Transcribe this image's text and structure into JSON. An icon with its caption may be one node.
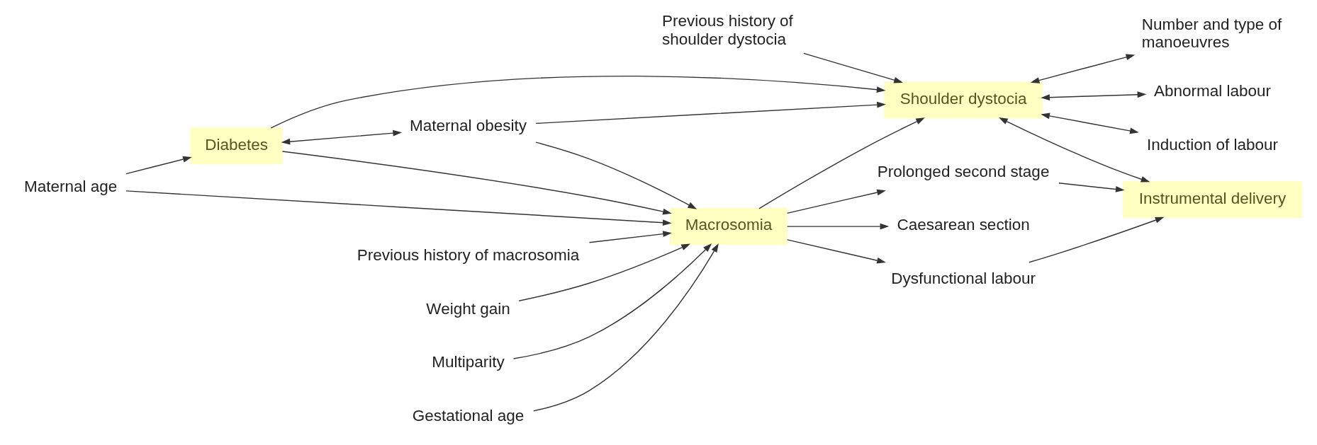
{
  "diagram": {
    "nodes": [
      {
        "text": [
          "Diabetes"
        ]
      },
      {
        "text": [
          "Maternal age"
        ]
      },
      {
        "text": [
          "Maternal obesity"
        ]
      },
      {
        "text": [
          "Previous history of macrosomia"
        ]
      },
      {
        "text": [
          "Weight gain"
        ]
      },
      {
        "text": [
          "Multiparity"
        ]
      },
      {
        "text": [
          "Gestational age"
        ]
      },
      {
        "text": [
          "Macrosomia"
        ]
      },
      {
        "text": [
          "Shoulder dystocia"
        ]
      },
      {
        "text": [
          "Abnormal labour"
        ]
      },
      {
        "text": [
          "Previous history of shoulder dystocia"
        ]
      },
      {
        "text": [
          "Induction of labour"
        ]
      },
      {
        "text": [
          "Number and type of manoeuvres"
        ]
      },
      {
        "text": [
          "Caesarean section"
        ]
      },
      {
        "text": [
          "Dysfunctional labour"
        ]
      },
      {
        "text": [
          "Prolonged second stage"
        ]
      },
      {
        "text": [
          "Instrumental delivery"
        ]
      }
    ],
    "edges": [
      {
        "from": 1,
        "to": 0,
        "arrow": "to"
      },
      {
        "from": 0,
        "to": 2,
        "arrow": "both"
      },
      {
        "from": 0,
        "to": 7,
        "arrow": "to"
      },
      {
        "from": 2,
        "to": 7,
        "arrow": "to"
      },
      {
        "from": 1,
        "to": 7,
        "arrow": "to"
      },
      {
        "from": 3,
        "to": 7,
        "arrow": "to"
      },
      {
        "from": 4,
        "to": 7,
        "arrow": "to"
      },
      {
        "from": 5,
        "to": 7,
        "arrow": "to"
      },
      {
        "from": 6,
        "to": 7,
        "arrow": "to"
      },
      {
        "from": 0,
        "to": 8,
        "arrow": "to"
      },
      {
        "from": 2,
        "to": 8,
        "arrow": "to"
      },
      {
        "from": 7,
        "to": 8,
        "arrow": "to"
      },
      {
        "from": 7,
        "to": 13,
        "arrow": "to"
      },
      {
        "from": 7,
        "to": 14,
        "arrow": "to"
      },
      {
        "from": 7,
        "to": 15,
        "arrow": "to"
      },
      {
        "from": 8,
        "to": 9,
        "arrow": "both"
      },
      {
        "from": 10,
        "to": 8,
        "arrow": "to"
      },
      {
        "from": 8,
        "to": 11,
        "arrow": "both"
      },
      {
        "from": 8,
        "to": 12,
        "arrow": "both"
      },
      {
        "from": 8,
        "to": 16,
        "arrow": "both"
      },
      {
        "from": 14,
        "to": 16,
        "arrow": "to"
      },
      {
        "from": 15,
        "to": 16,
        "arrow": "to"
      }
    ]
  }
}
